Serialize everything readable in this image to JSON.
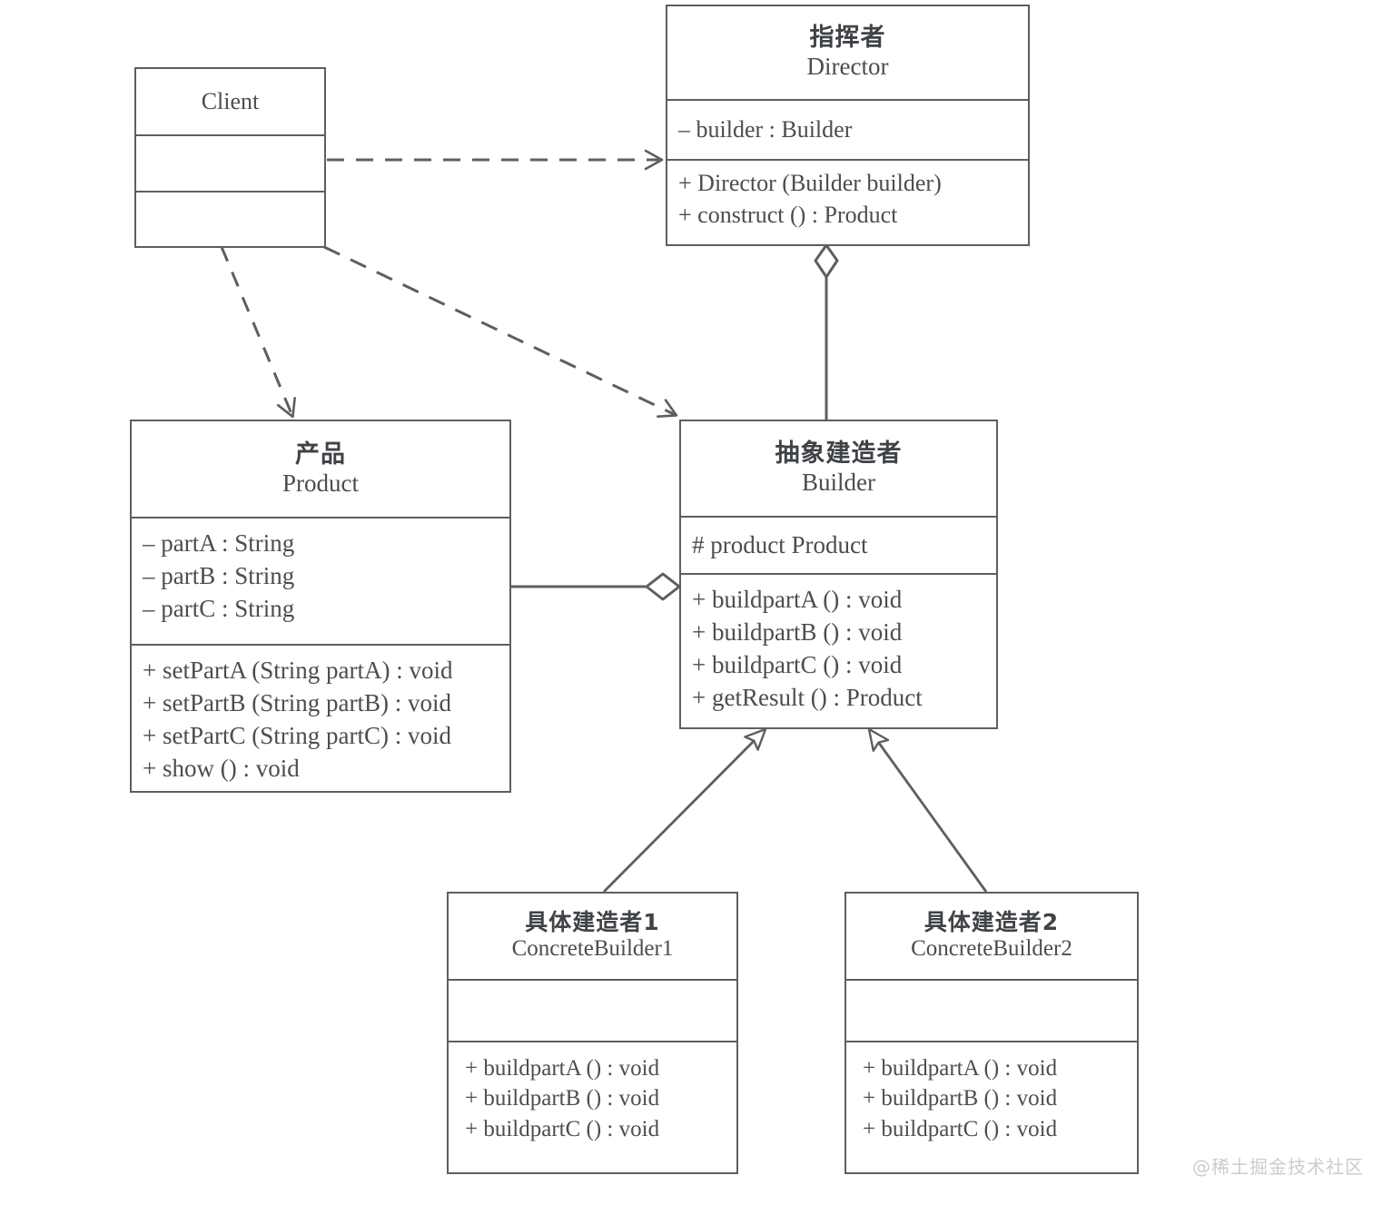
{
  "diagram": {
    "type": "uml-class-diagram",
    "pattern": "Builder",
    "watermark": "@稀土掘金技术社区"
  },
  "classes": {
    "client": {
      "cn_name": "",
      "en_name": "Client",
      "attributes": [],
      "methods": []
    },
    "director": {
      "cn_name": "指挥者",
      "en_name": "Director",
      "attributes": [
        "– builder : Builder"
      ],
      "methods": [
        "+ Director (Builder builder)",
        "+ construct () : Product"
      ]
    },
    "product": {
      "cn_name": "产品",
      "en_name": "Product",
      "attributes": [
        "– partA : String",
        "– partB : String",
        "– partC : String"
      ],
      "methods": [
        "+ setPartA (String partA) : void",
        "+ setPartB (String partB) : void",
        "+ setPartC (String partC) : void",
        "+ show () : void"
      ]
    },
    "builder": {
      "cn_name": "抽象建造者",
      "en_name": "Builder",
      "attributes": [
        "# product Product"
      ],
      "methods": [
        "+ buildpartA () : void",
        "+ buildpartB () : void",
        "+ buildpartC () : void",
        "+ getResult () : Product"
      ]
    },
    "concrete_builder_1": {
      "cn_name": "具体建造者1",
      "en_name": "ConcreteBuilder1",
      "attributes": [],
      "methods": [
        "+ buildpartA () : void",
        "+ buildpartB () : void",
        "+ buildpartC () : void"
      ]
    },
    "concrete_builder_2": {
      "cn_name": "具体建造者2",
      "en_name": "ConcreteBuilder2",
      "attributes": [],
      "methods": [
        "+ buildpartA () : void",
        "+ buildpartB () : void",
        "+ buildpartC () : void"
      ]
    }
  },
  "relationships": [
    {
      "name": "client-to-director-dependency",
      "kind": "dependency",
      "from": "Client",
      "to": "Director"
    },
    {
      "name": "client-to-product-dependency",
      "kind": "dependency",
      "from": "Client",
      "to": "Product"
    },
    {
      "name": "client-to-builder-dependency",
      "kind": "dependency",
      "from": "Client",
      "to": "Builder"
    },
    {
      "name": "director-builder-aggregation",
      "kind": "aggregation",
      "from": "Director",
      "to": "Builder"
    },
    {
      "name": "builder-product-aggregation",
      "kind": "aggregation",
      "from": "Builder",
      "to": "Product"
    },
    {
      "name": "concretebuilder1-generalization",
      "kind": "generalization",
      "from": "ConcreteBuilder1",
      "to": "Builder"
    },
    {
      "name": "concretebuilder2-generalization",
      "kind": "generalization",
      "from": "ConcreteBuilder2",
      "to": "Builder"
    }
  ],
  "colors": {
    "stroke": "#5b5f63",
    "text": "#4a4d51",
    "background": "#ffffff",
    "watermark": "#c9ccd1"
  }
}
